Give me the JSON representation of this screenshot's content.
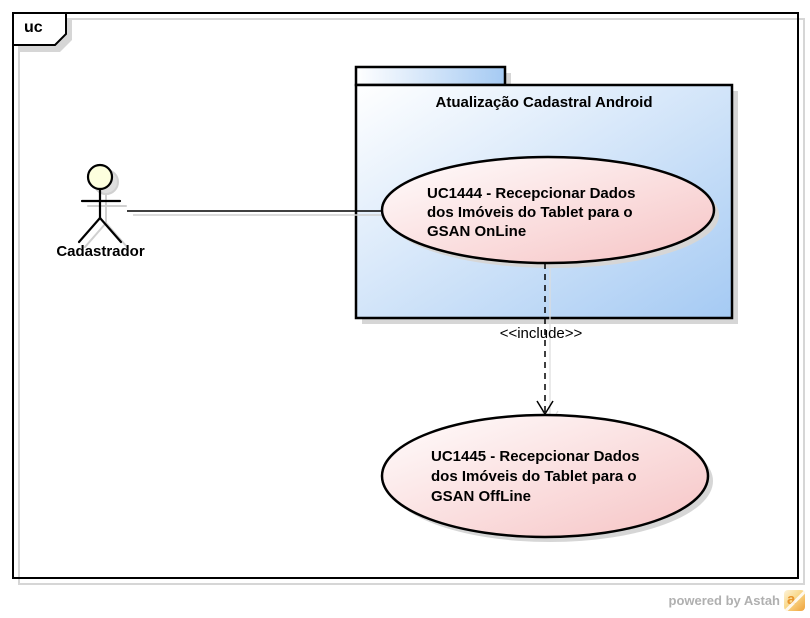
{
  "diagram": {
    "frame_label": "uc",
    "actor": {
      "name": "Cadastrador"
    },
    "package": {
      "title": "Atualização Cadastral Android",
      "use_case_online": {
        "lines": [
          "UC1444 - Recepcionar Dados",
          "dos Imóveis do Tablet para o",
          "GSAN OnLine"
        ]
      }
    },
    "include_label": "<<include>>",
    "use_case_offline": {
      "lines": [
        "UC1445 - Recepcionar Dados",
        "dos Imóveis do Tablet para o",
        "GSAN OffLine"
      ]
    }
  },
  "watermark": {
    "text": "powered by Astah",
    "logo_letter": "a"
  },
  "colors": {
    "package_fill_end": "#a5caf3",
    "usecase_fill_end": "#f6c3c4",
    "actor_head": "#fdffde",
    "shadow": "#d6d6d6",
    "border": "#000000",
    "watermark_text": "#b0b0b0",
    "logo_orange": "#f0a23a"
  }
}
